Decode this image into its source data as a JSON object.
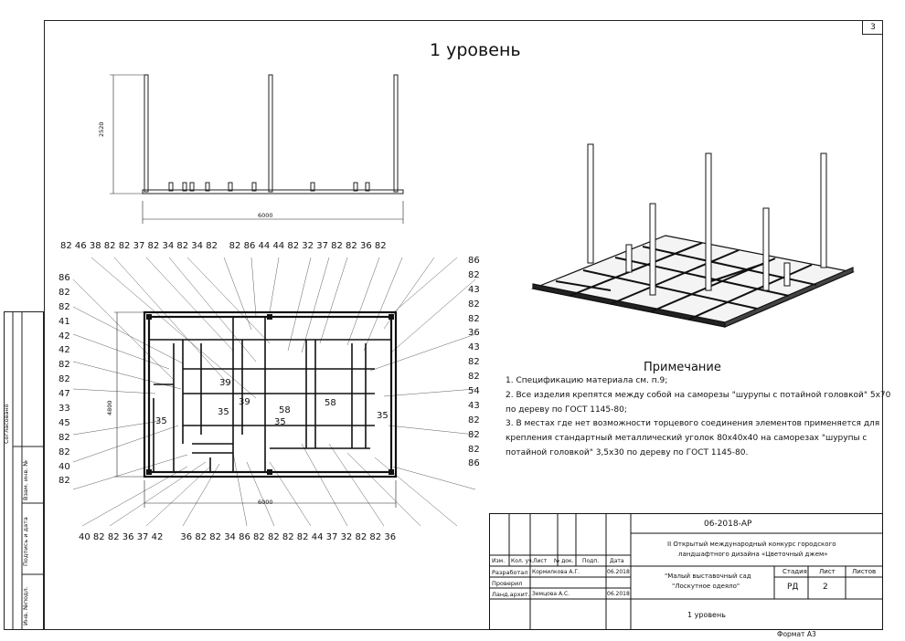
{
  "sheet_number": "3",
  "title": "1 уровень",
  "elevation": {
    "height_dim": "2520",
    "width_dim": "6000"
  },
  "plan": {
    "width_dim": "6000",
    "height_dim": "4800",
    "top_labels": [
      "82",
      "46",
      "38",
      "82",
      "82",
      "37",
      "82",
      "34",
      "82",
      "34",
      "82",
      "82",
      "86",
      "44",
      "44",
      "82",
      "32",
      "37",
      "82",
      "82",
      "36",
      "82"
    ],
    "bottom_labels": [
      "40",
      "82",
      "82",
      "36",
      "37",
      "42",
      "36",
      "82",
      "82",
      "34",
      "86",
      "82",
      "82",
      "82",
      "82",
      "44",
      "37",
      "32",
      "82",
      "82",
      "36"
    ],
    "left_labels": [
      "86",
      "82",
      "82",
      "41",
      "42",
      "42",
      "82",
      "82",
      "47",
      "33",
      "45",
      "82",
      "82",
      "40",
      "82"
    ],
    "right_labels": [
      "86",
      "82",
      "43",
      "82",
      "82",
      "36",
      "43",
      "82",
      "82",
      "54",
      "43",
      "82",
      "82",
      "82",
      "86"
    ],
    "inner_labels": [
      "39",
      "35",
      "39",
      "58",
      "35",
      "58",
      "35",
      "35"
    ]
  },
  "notes": {
    "heading": "Примечание",
    "lines": [
      "1. Спецификацию материала см. п.9;",
      "2. Все изделия крепятся между собой на саморезы \"шурупы с потайной головкой\" 5x70",
      "по дереву по ГОСТ 1145-80;",
      "3. В местах где нет возможности торцевого соединения элементов применяется для",
      "крепления стандартный металлический уголок 80x40x40 на саморезах \"шурупы с",
      "потайной головкой\" 3,5x30 по дереву по ГОСТ 1145-80."
    ]
  },
  "side_strip": {
    "agreed": "Согласовано",
    "ref": "Взам. инв. №",
    "sign_date": "Подпись и дата",
    "inv": "Инв. №подл."
  },
  "title_block": {
    "code": "06-2018-АР",
    "org_line1": "II Открытый международный конкурс городского",
    "org_line2": "ландшафтного дизайна «Цветочный джем»",
    "headers": [
      "Изм.",
      "Кол. уч.",
      "Лист",
      "№ док.",
      "Подп.",
      "Дата"
    ],
    "rows": [
      {
        "role": "Разработал",
        "name": "Кормилкова А.Г.",
        "date": "06.2018"
      },
      {
        "role": "Проверил",
        "name": "",
        "date": ""
      },
      {
        "role": "Ланд.архит.",
        "name": "Земцова А.С.",
        "date": "06.2018"
      }
    ],
    "project_line1": "\"Малый выставочный сад",
    "project_line2": "\"Лоскутное одеяло\"",
    "stage_label": "Стадия",
    "sheet_label": "Лист",
    "sheets_label": "Листов",
    "stage": "РД",
    "sheet": "2",
    "sheets": "",
    "drawing_name": "1 уровень",
    "format": "Формат А3"
  }
}
